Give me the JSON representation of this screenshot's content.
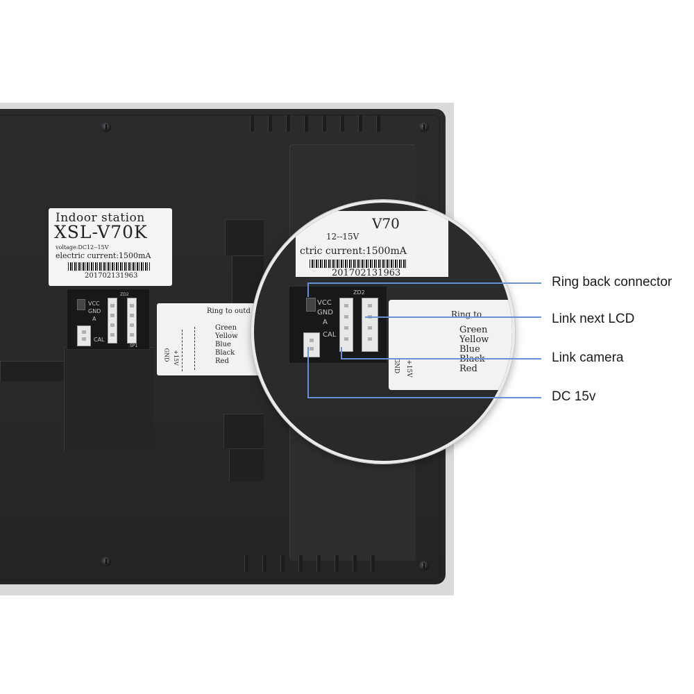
{
  "device": {
    "label_card": {
      "line1": "Indoor station",
      "line2": "XSL-V70K",
      "voltage": "voltage:DC12--15V",
      "current": "electric current:1500mA",
      "serial": "201702131963"
    },
    "pcb_labels": {
      "vcc": "VCC",
      "gnd": "GND",
      "a": "A",
      "cal": "CAL",
      "zd2": "ZD2",
      "sp1": "SP1"
    },
    "wiring_card": {
      "ring": "Ring to outd",
      "rows": [
        "Green",
        "Yellow",
        "Blue",
        "Black",
        "Red"
      ],
      "gnd": "GND",
      "plus15v": "+15V"
    }
  },
  "magnifier": {
    "label_fragment": "V70",
    "voltage_fragment": "12--15V",
    "current_fragment": "ctric current:1500mA",
    "serial": "201702131963",
    "pcb_labels": {
      "vcc": "VCC",
      "gnd": "GND",
      "a": "A",
      "cal": "CAL",
      "zd2": "ZD2"
    },
    "ring": "Ring to",
    "rows": [
      "Green",
      "Yellow",
      "Blue",
      "Black",
      "Red"
    ],
    "gnd": "GND",
    "plus15v": "+15V"
  },
  "callouts": [
    {
      "label": "Ring back connector"
    },
    {
      "label": "Link next LCD"
    },
    {
      "label": "Link camera"
    },
    {
      "label": "DC 15v"
    }
  ],
  "colors": {
    "callout_line": "#6a8fd4",
    "panel": "#27282a"
  }
}
